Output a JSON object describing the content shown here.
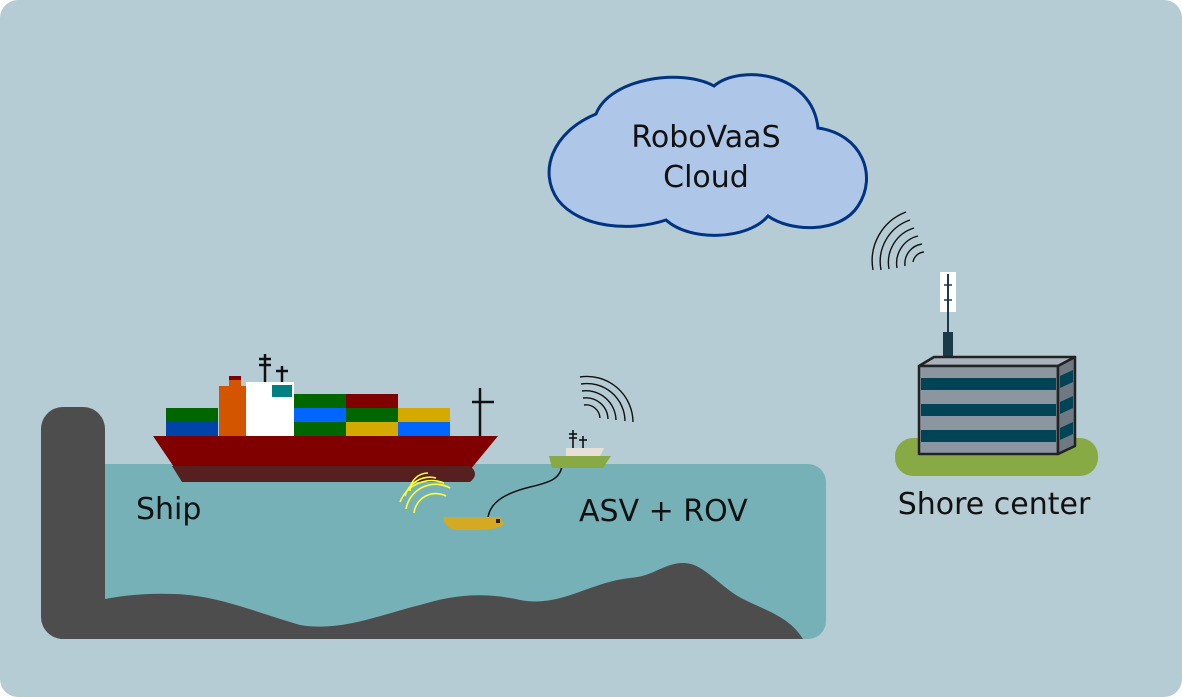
{
  "cloud": {
    "line1": "RoboVaaS",
    "line2": "Cloud"
  },
  "labels": {
    "ship": "Ship",
    "asv_rov": "ASV + ROV",
    "shore": "Shore center"
  },
  "colors": {
    "background": "#b5ccd4",
    "water": "#77b1b8",
    "land": "#4d4d4d",
    "cloud_fill": "#aec6e8",
    "cloud_stroke": "#003380",
    "ship_hull": "#800000",
    "grass": "#88aa44",
    "building": "#8c96a0",
    "building_stripe": "#004455",
    "rov": "#d4aa22"
  },
  "icons": [
    "cloud-icon",
    "wireless-signal-icon",
    "antenna-icon",
    "container-ship-icon",
    "asv-boat-icon",
    "rov-icon",
    "building-icon"
  ]
}
